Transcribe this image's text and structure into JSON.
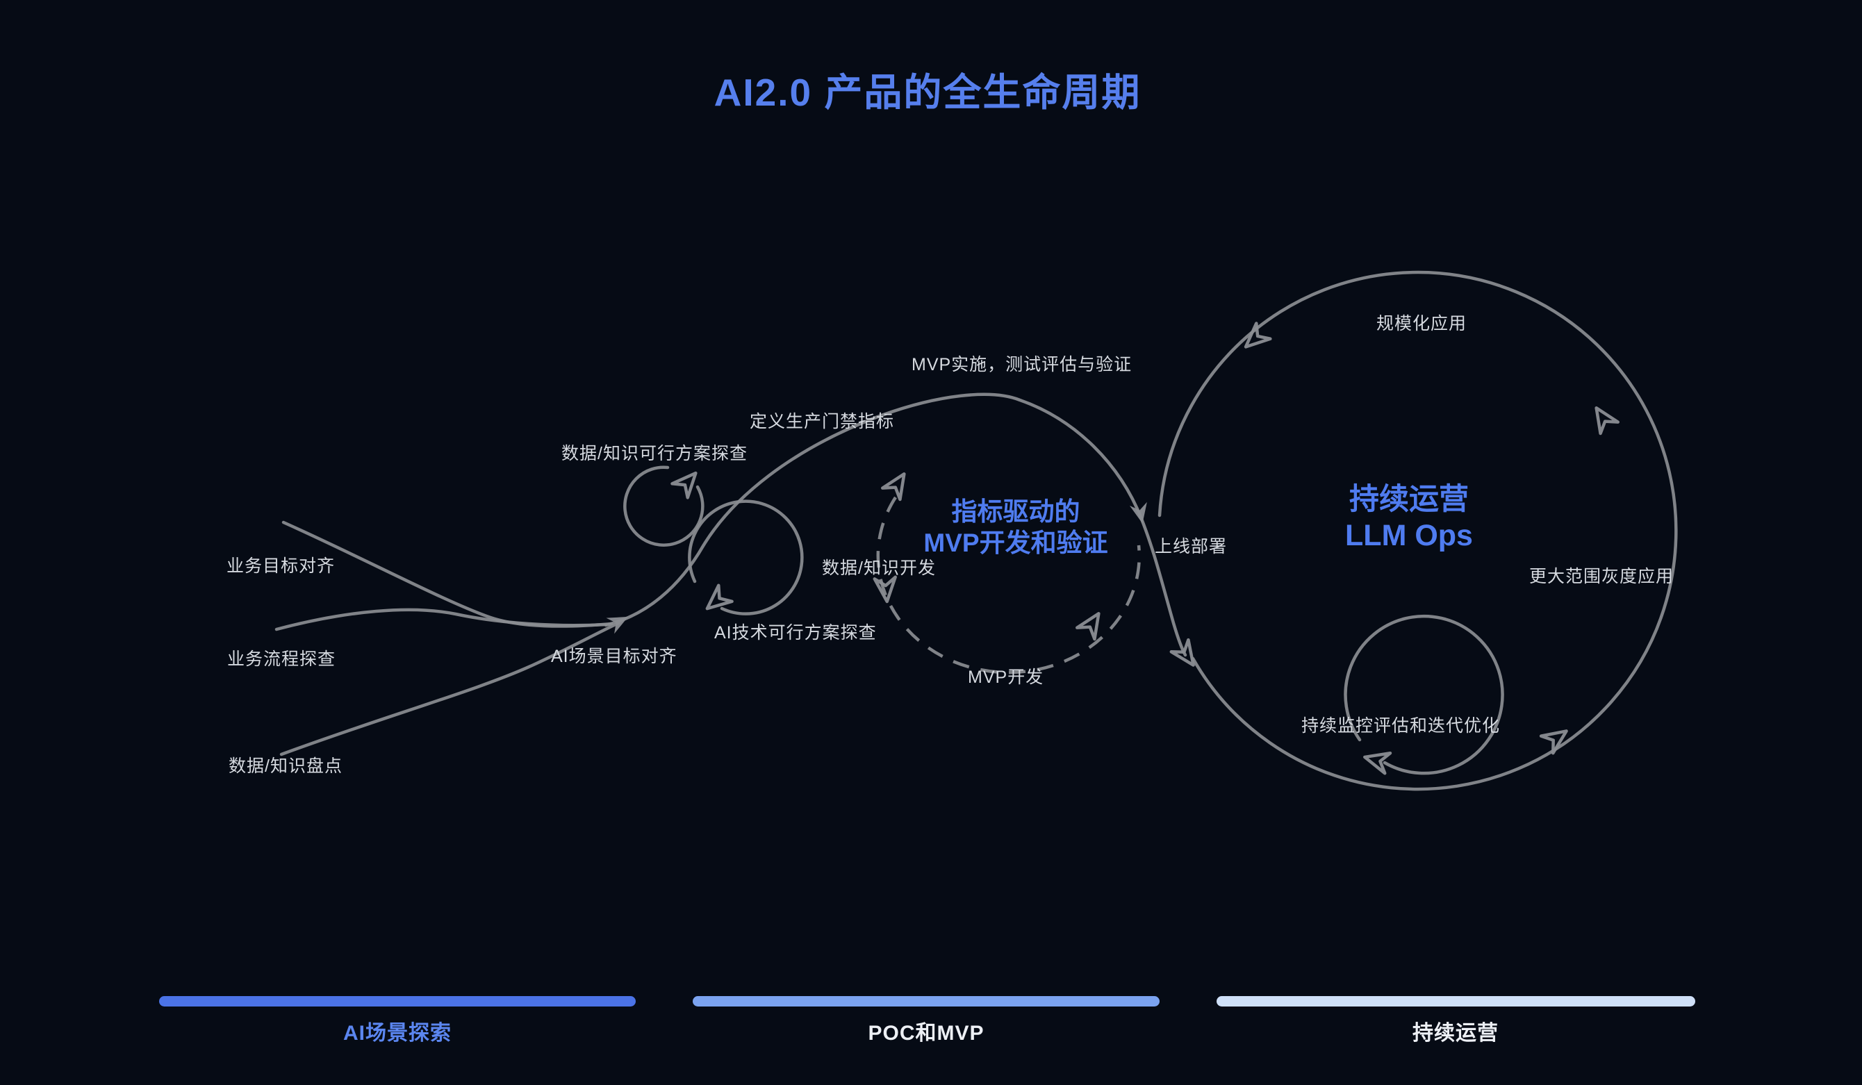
{
  "title": "AI2.0 产品的全生命周期",
  "colors": {
    "background": "#060b15",
    "title_blue": "#567fed",
    "loop_title_blue": "#4f7cf0",
    "curve_gray": "#8b8e93",
    "label_white": "#d6dae0"
  },
  "diagram": {
    "labels": {
      "business_goal_align": "业务目标对齐",
      "business_process_explore": "业务流程探查",
      "data_knowledge_inventory": "数据/知识盘点",
      "ai_scene_goal_align": "AI场景目标对齐",
      "data_knowledge_feasibility": "数据/知识可行方案探查",
      "ai_tech_feasibility": "AI技术可行方案探查",
      "data_knowledge_dev": "数据/知识开发",
      "define_gate_metrics": "定义生产门禁指标",
      "mvp_impl_test": "MVP实施，测试评估与验证",
      "deploy_online": "上线部署",
      "mvp_dev": "MVP开发",
      "scale_application": "规模化应用",
      "wider_gray_release": "更大范围灰度应用",
      "continuous_monitoring": "持续监控评估和迭代优化"
    },
    "loop_titles": {
      "mvp_loop_line1": "指标驱动的",
      "mvp_loop_line2": "MVP开发和验证",
      "ops_loop_line1": "持续运营",
      "ops_loop_line2": "LLM Ops"
    }
  },
  "phases": [
    {
      "label": "AI场景探索",
      "bar_color": "#4b73e6",
      "label_color": "#5b86f0"
    },
    {
      "label": "POC和MVP",
      "bar_color": "#7ba3f0",
      "label_color": "#edf0f5"
    },
    {
      "label": "持续运营",
      "bar_color": "#cfe0f8",
      "label_color": "#edf0f5"
    }
  ]
}
